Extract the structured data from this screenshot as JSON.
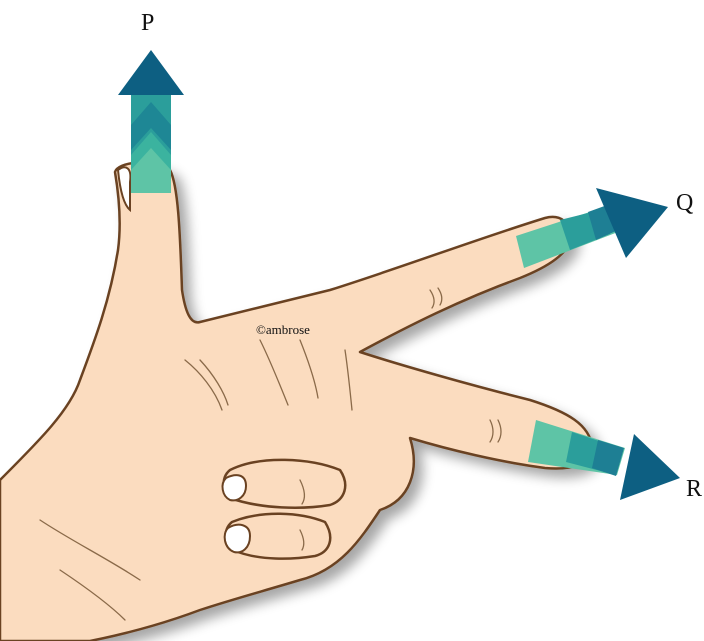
{
  "labels": {
    "p": "P",
    "q": "Q",
    "r": "R"
  },
  "watermark": "©ambrose",
  "colors": {
    "skin": "#fbdcbf",
    "outline": "#6b4321",
    "arrow_light": "#5ec4a6",
    "arrow_mid": "#2b9e9b",
    "arrow_dark": "#0d5f82"
  }
}
